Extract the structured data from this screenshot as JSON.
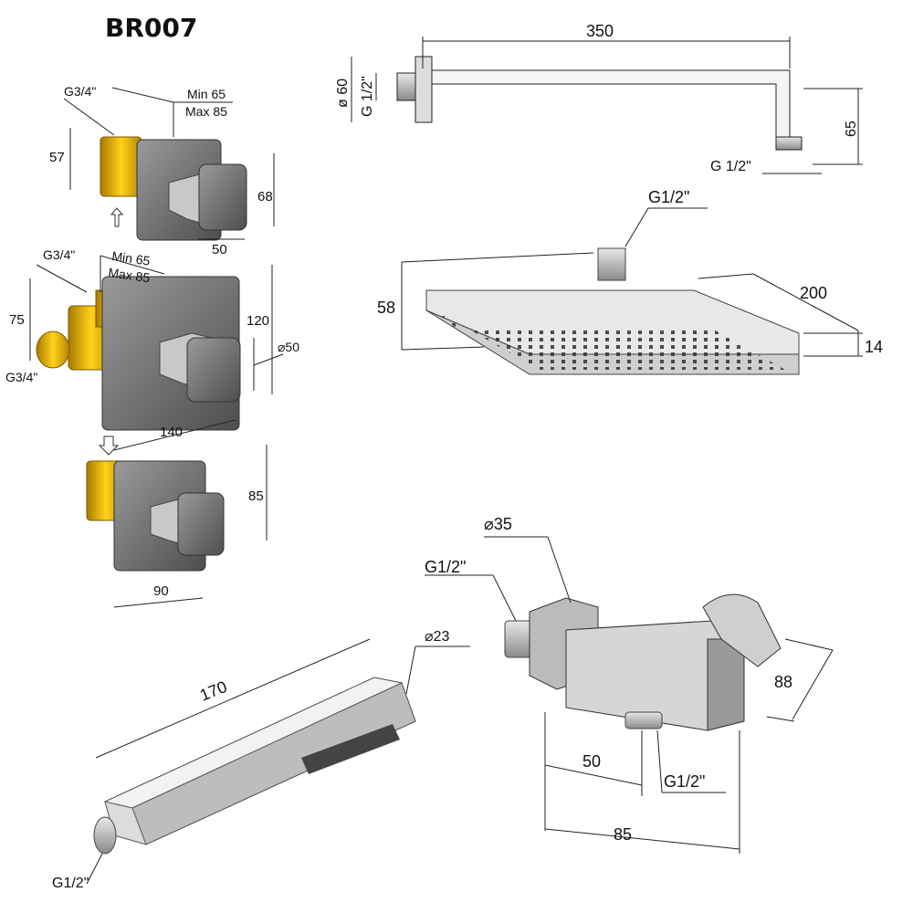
{
  "title": "BR007",
  "shower_arm": {
    "length": "350",
    "flange_diameter": "ø 60",
    "inlet_thread": "G 1/2\"",
    "drop": "65",
    "outlet_thread": "G 1/2\""
  },
  "rain_head": {
    "inlet": "G1/2\"",
    "width": "200",
    "height": "58",
    "thickness": "14"
  },
  "stop_valve_top": {
    "inlet": "G3/4\"",
    "depth_min": "Min 65",
    "depth_max": "Max 85",
    "body_height": "57",
    "plate_height": "68",
    "handle_width": "50"
  },
  "thermostat": {
    "inlet_top": "G3/4\"",
    "depth_min": "Min 65",
    "depth_max": "Max 85",
    "body_height": "75",
    "plate_height": "120",
    "handle_size": "⌀50",
    "inlet_side": "G3/4\"",
    "plate_width": "140"
  },
  "stop_valve_bottom": {
    "plate_height": "85",
    "plate_width": "90"
  },
  "hand_shower": {
    "length": "170",
    "diameter": "⌀23",
    "thread": "G1/2\""
  },
  "wall_outlet": {
    "diameter": "⌀35",
    "inlet": "G1/2\"",
    "height": "88",
    "outlet_offset": "50",
    "outlet": "G1/2\"",
    "length": "85"
  },
  "colors": {
    "brass": "#e8b400",
    "chrome": "#8a8a8a",
    "dark": "#5a5a5a"
  }
}
